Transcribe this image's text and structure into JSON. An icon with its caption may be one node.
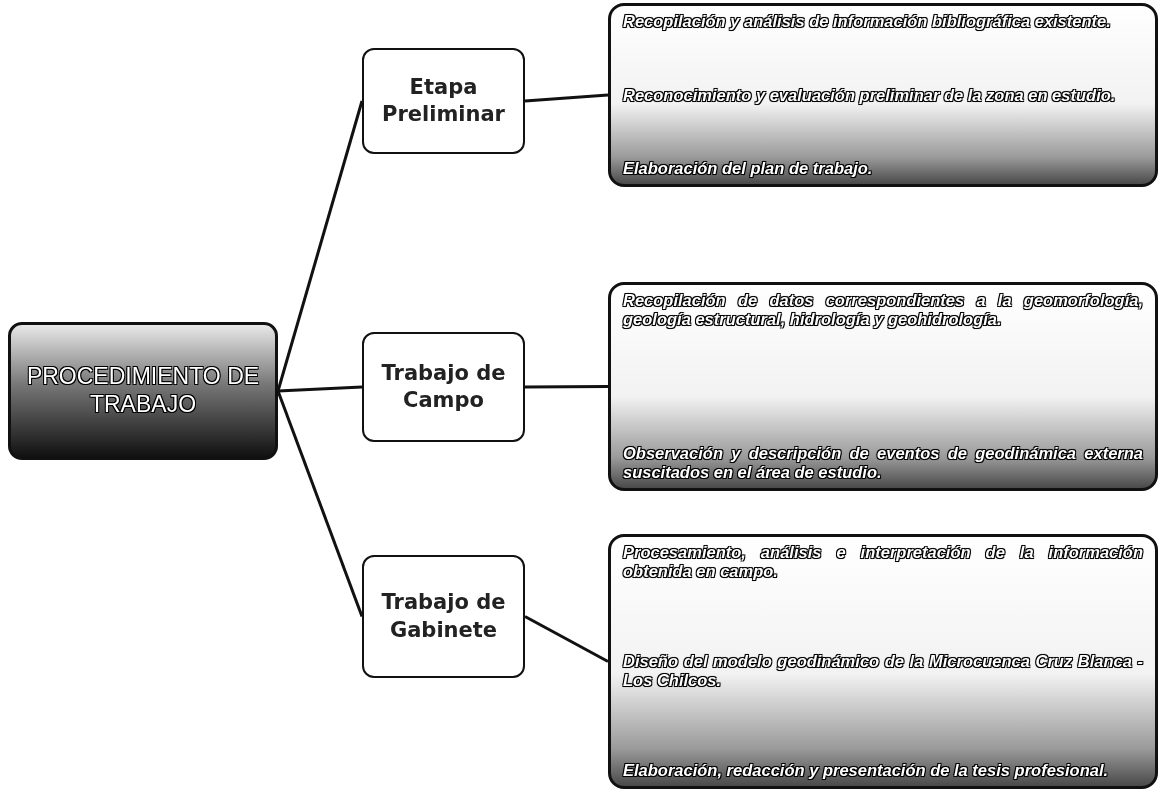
{
  "diagram": {
    "nodes": [
      {
        "text": [
          "PROCEDIMIENTO DE TRABAJO"
        ]
      },
      {
        "text": [
          "Etapa Preliminar"
        ]
      },
      {
        "text": [
          "Recopilación y análisis de información bibliográfica existente.",
          "Reconocimiento y evaluación preliminar de la zona en estudio.",
          "Elaboración del plan de trabajo."
        ]
      },
      {
        "text": [
          "Trabajo de Campo"
        ]
      },
      {
        "text": [
          "Recopilación de datos correspondientes a la geomorfología, geología estructural, hidrología y geohidrología.",
          "Observación y descripción de eventos de geodinámica externa suscitados en el área de estudio."
        ]
      },
      {
        "text": [
          "Trabajo de Gabinete"
        ]
      },
      {
        "text": [
          "Procesamiento, análisis e interpretación de la información obtenida en campo.",
          "Diseño del modelo geodinámico de la Microcuenca Cruz Blanca - Los Chilcos.",
          "Elaboración, redacción y presentación de la tesis profesional."
        ]
      }
    ],
    "edges": [
      {
        "from": 0,
        "to": 1,
        "arrow": "none"
      },
      {
        "from": 0,
        "to": 3,
        "arrow": "none"
      },
      {
        "from": 0,
        "to": 5,
        "arrow": "none"
      },
      {
        "from": 1,
        "to": 2,
        "arrow": "none"
      },
      {
        "from": 3,
        "to": 4,
        "arrow": "none"
      },
      {
        "from": 5,
        "to": 6,
        "arrow": "none"
      }
    ]
  }
}
